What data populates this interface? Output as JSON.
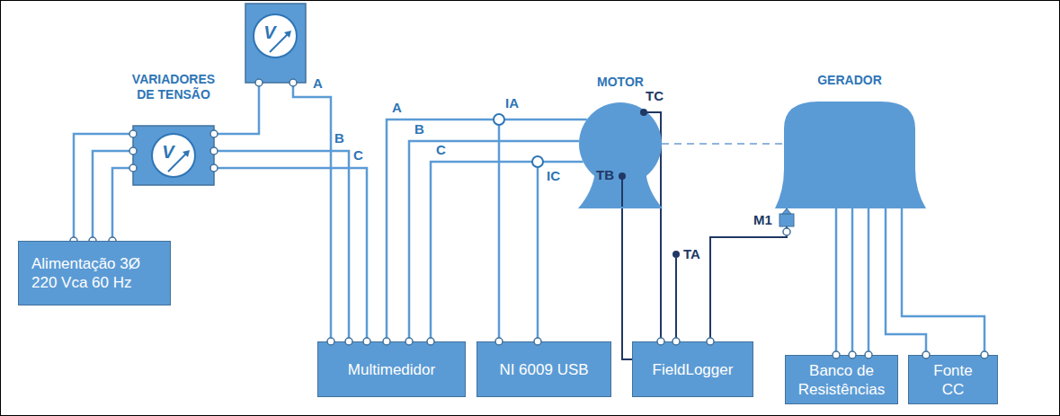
{
  "diagram": {
    "nodes": [
      {
        "text": [
          "MOTOR"
        ]
      },
      {
        "text": [
          "GERADOR"
        ]
      },
      {
        "text": [
          "Alimentação 3Ø 220 Vca 60 Hz"
        ]
      },
      {
        "text": [
          "Multimedidor"
        ]
      },
      {
        "text": [
          "NI 6009 USB"
        ]
      },
      {
        "text": [
          "FieldLogger"
        ]
      },
      {
        "text": [
          "Banco de Resistências"
        ]
      },
      {
        "text": [
          "Fonte CC"
        ]
      }
    ],
    "edges": [
      {
        "from": 3,
        "to": 0,
        "arrow": "none"
      },
      {
        "from": 3,
        "to": 0,
        "arrow": "none"
      },
      {
        "from": 3,
        "to": 0,
        "arrow": "none"
      },
      {
        "from": 5,
        "to": 0,
        "arrow": "none"
      },
      {
        "from": 5,
        "to": 0,
        "arrow": "none"
      },
      {
        "from": 5,
        "to": 1,
        "arrow": "none"
      },
      {
        "from": 0,
        "to": 1,
        "arrow": "none"
      },
      {
        "from": 1,
        "to": 6,
        "arrow": "none"
      },
      {
        "from": 1,
        "to": 6,
        "arrow": "none"
      },
      {
        "from": 1,
        "to": 6,
        "arrow": "none"
      },
      {
        "from": 1,
        "to": 7,
        "arrow": "none"
      },
      {
        "from": 1,
        "to": 7,
        "arrow": "none"
      }
    ],
    "labels": [
      "VARIADORES DE TENSÃO",
      "V",
      "V",
      "A",
      "B",
      "C",
      "A",
      "B",
      "C",
      "IA",
      "IC",
      "TB",
      "TC",
      "TA",
      "M1"
    ]
  }
}
